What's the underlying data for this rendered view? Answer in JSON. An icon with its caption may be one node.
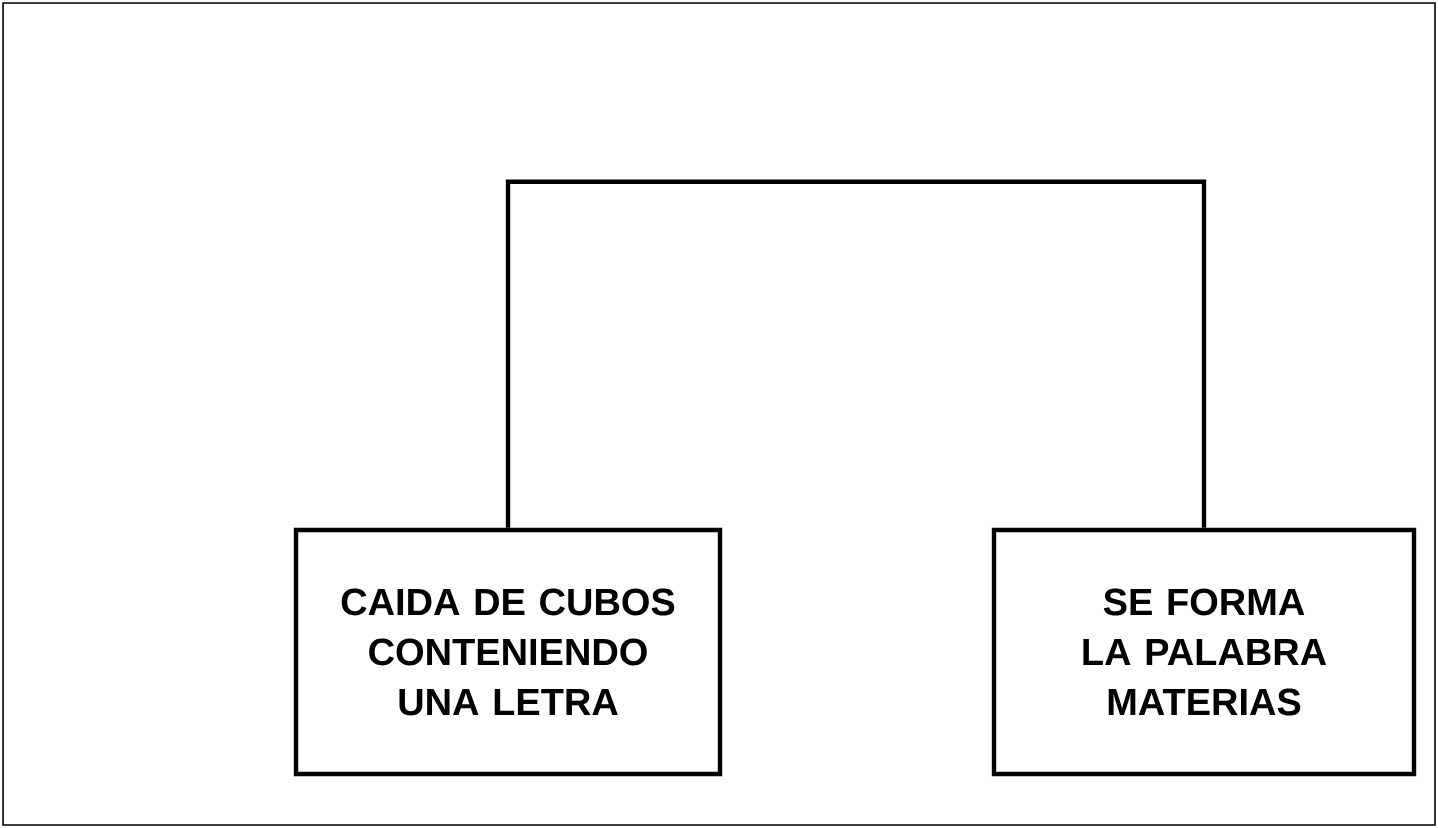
{
  "diagram": {
    "nodes": [
      {
        "text": [
          "CAIDA DE CUBOS CONTENIENDO UNA LETRA"
        ]
      },
      {
        "text": [
          "SE FORMA LA PALABRA MATERIAS"
        ]
      }
    ],
    "edges": [
      {
        "from": 0,
        "to": 1,
        "arrow": "none"
      }
    ]
  }
}
